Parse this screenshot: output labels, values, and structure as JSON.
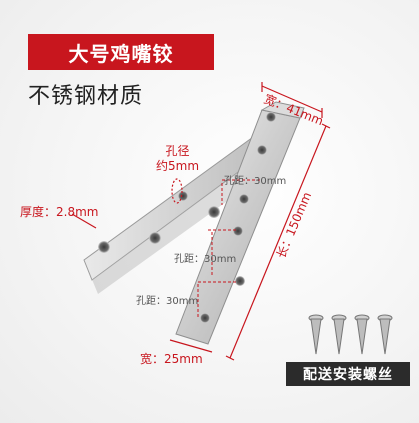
{
  "title": "大号鸡嘴铰",
  "material": "不锈钢材质",
  "labels": {
    "hole_diameter_line1": "孔径",
    "hole_diameter_line2": "约5mm",
    "thickness": "厚度：2.8mm",
    "width_top": "宽：41mm",
    "length": "长：150mm",
    "width_bottom": "宽：25mm",
    "spacing": "孔距：30mm"
  },
  "screws_caption": "配送安装螺丝",
  "colors": {
    "accent": "#c8161e",
    "caption_bg": "#2b2b2b"
  }
}
